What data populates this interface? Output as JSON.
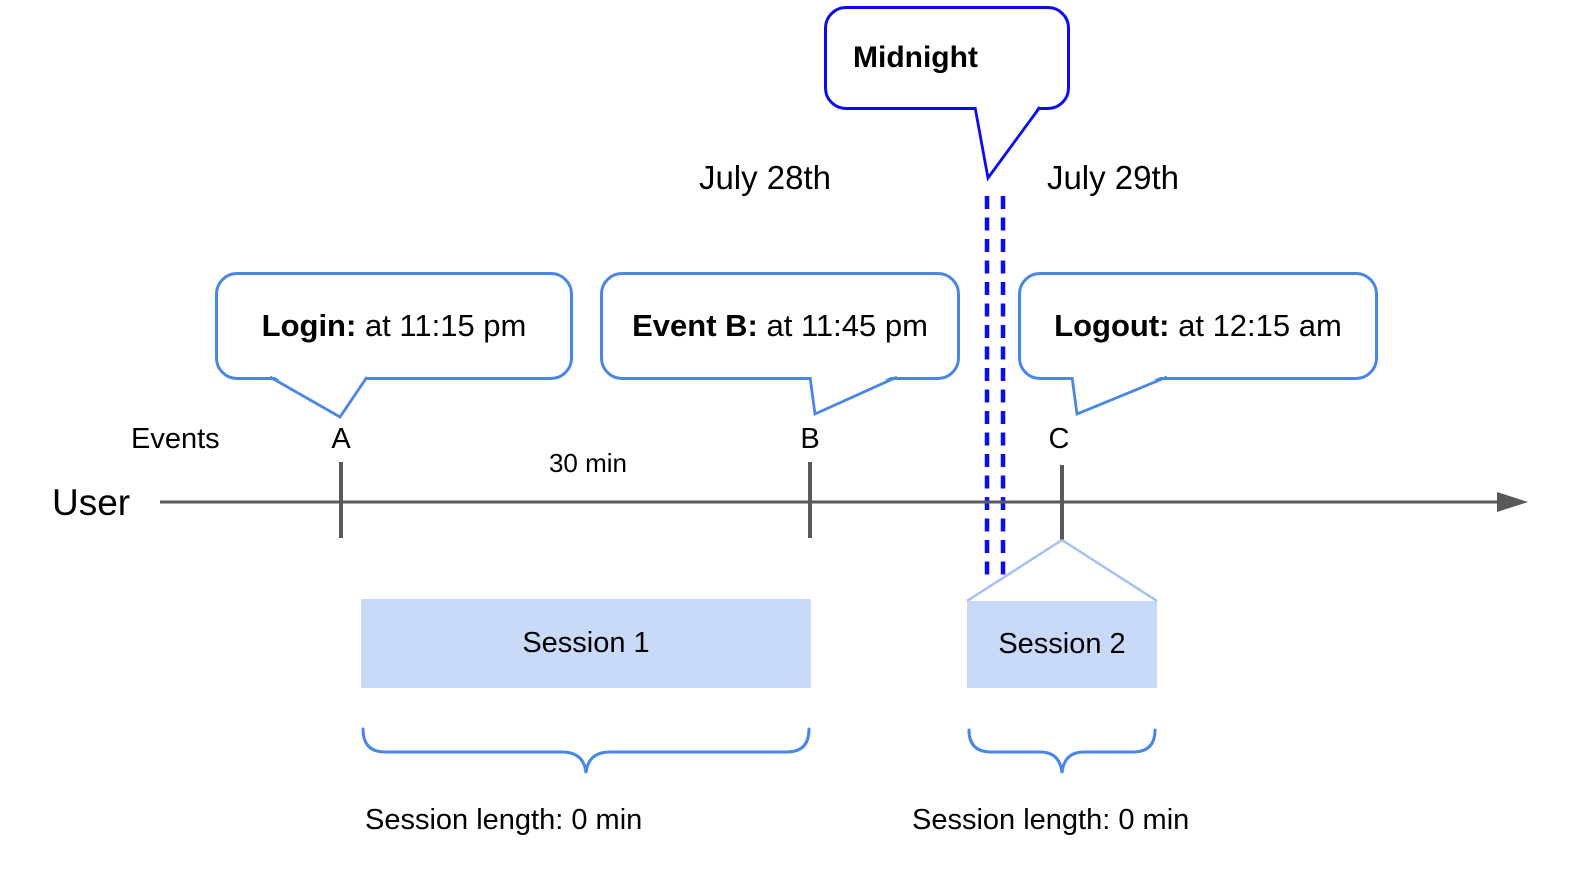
{
  "colors": {
    "accent_blue": "#4a86e8",
    "deep_blue": "#0b0cf0",
    "session_fill": "#c9daf8",
    "wedge_blue": "#a4c2f4",
    "axis_gray": "#595959"
  },
  "callouts": {
    "midnight": {
      "title": "Midnight"
    },
    "login": {
      "bold": "Login:",
      "rest": " at 11:15 pm"
    },
    "event_b": {
      "bold": "Event B:",
      "rest": " at 11:45 pm"
    },
    "logout": {
      "bold": "Logout:",
      "rest": " at 12:15 am"
    }
  },
  "dates": {
    "left": "July 28th",
    "right": "July 29th"
  },
  "timeline": {
    "row_label": "User",
    "events_label": "Events",
    "interval_label": "30 min",
    "markers": [
      "A",
      "B",
      "C"
    ]
  },
  "sessions": [
    {
      "label": "Session 1",
      "length_label": "Session length: 0 min"
    },
    {
      "label": "Session 2",
      "length_label": "Session length: 0 min"
    }
  ]
}
